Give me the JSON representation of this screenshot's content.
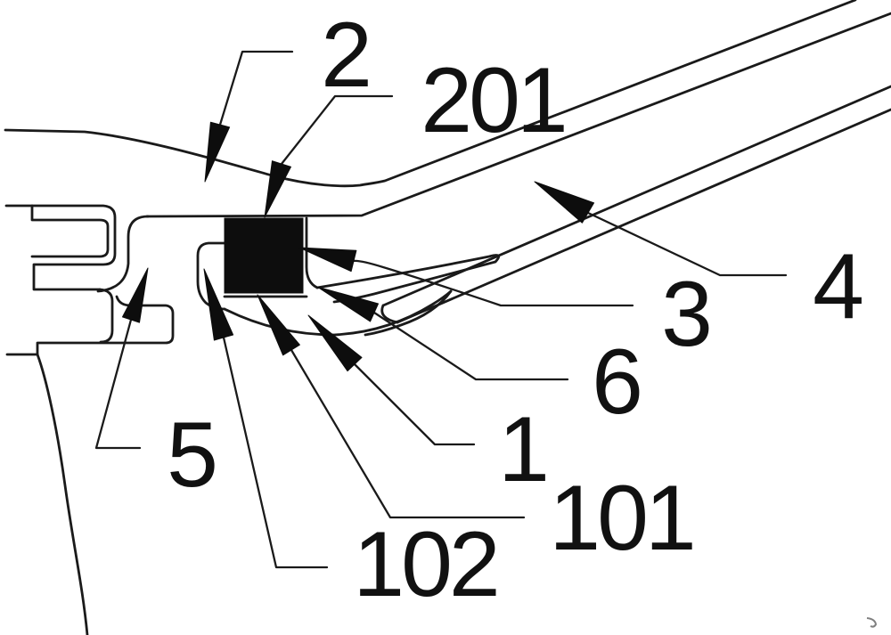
{
  "drawing": {
    "background": "#ffffff",
    "line_color": "#1a1a1a",
    "core_fill": "#0d0d0d",
    "labels": [
      {
        "id": "2",
        "text": "2"
      },
      {
        "id": "201",
        "text": "201"
      },
      {
        "id": "4",
        "text": "4"
      },
      {
        "id": "3",
        "text": "3"
      },
      {
        "id": "6",
        "text": "6"
      },
      {
        "id": "1",
        "text": "1"
      },
      {
        "id": "101",
        "text": "101"
      },
      {
        "id": "102",
        "text": "102"
      },
      {
        "id": "5",
        "text": "5"
      }
    ]
  }
}
